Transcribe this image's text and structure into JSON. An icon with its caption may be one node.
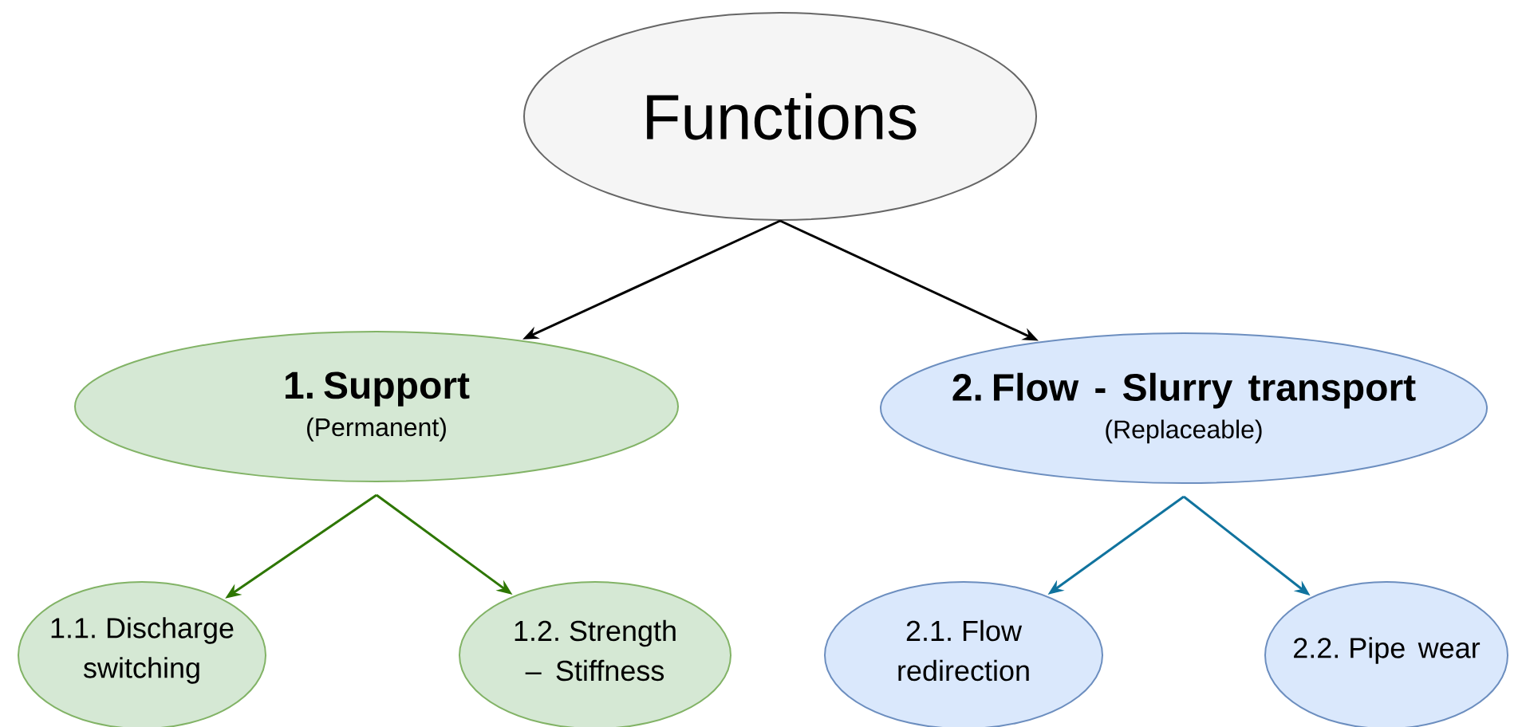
{
  "diagram": {
    "nodes": [
      {
        "text": [
          "Functions"
        ]
      },
      {
        "text": [
          "1. Support",
          "(Permanent)"
        ]
      },
      {
        "text": [
          "2. Flow - Slurry transport",
          "(Replaceable)"
        ]
      },
      {
        "text": [
          "1.1. Discharge switching"
        ]
      },
      {
        "text": [
          "1.2. Strength – Stiffness"
        ]
      },
      {
        "text": [
          "2.1. Flow redirection"
        ]
      },
      {
        "text": [
          "2.2. Pipe wear"
        ]
      }
    ],
    "edges": [
      {
        "from": 0,
        "to": 1,
        "arrow": "to"
      },
      {
        "from": 0,
        "to": 2,
        "arrow": "to"
      },
      {
        "from": 1,
        "to": 3,
        "arrow": "to",
        "color": "#2d7600"
      },
      {
        "from": 1,
        "to": 4,
        "arrow": "to",
        "color": "#2d7600"
      },
      {
        "from": 2,
        "to": 5,
        "arrow": "to",
        "color": "#10739e"
      },
      {
        "from": 2,
        "to": 6,
        "arrow": "to",
        "color": "#10739e"
      }
    ]
  }
}
